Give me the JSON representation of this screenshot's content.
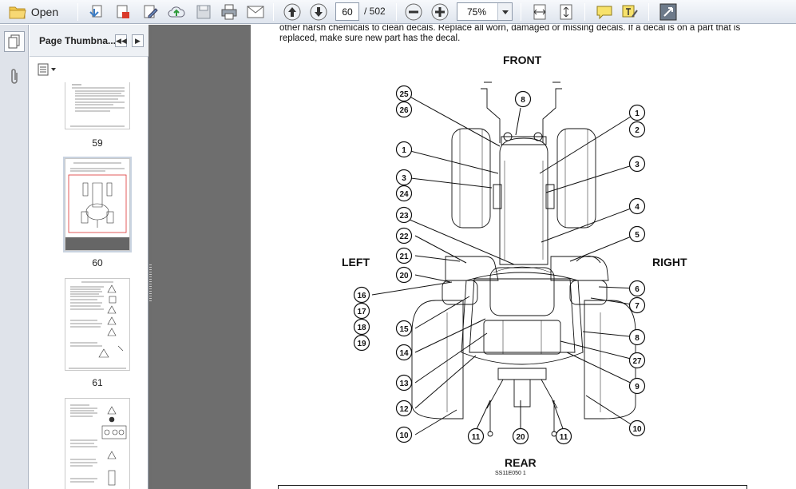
{
  "toolbar": {
    "open_label": "Open",
    "current_page": "60",
    "page_total": "/ 502",
    "zoom": "75%"
  },
  "panel": {
    "title": "Page Thumbna...",
    "thumbnails": [
      {
        "label": "59"
      },
      {
        "label": "60"
      },
      {
        "label": "61"
      },
      {
        "label": ""
      }
    ]
  },
  "document": {
    "text_line_1": "other harsh chemicals to clean decals.  Replace all worn, damaged or missing decals.  If a decal is on a part that is",
    "text_line_2": "replaced, make sure new part has the decal.",
    "front_label": "FRONT",
    "rear_label": "REAR",
    "left_label": "LEFT",
    "right_label": "RIGHT",
    "figure_code": "SS11E050      1",
    "callouts": {
      "c25": "25",
      "c26": "26",
      "c8top": "8",
      "c1r": "1",
      "c2r": "2",
      "c1l": "1",
      "c3r": "3",
      "c3l": "3",
      "c24": "24",
      "c23": "23",
      "c4": "4",
      "c22": "22",
      "c5": "5",
      "c21": "21",
      "c20l": "20",
      "c16": "16",
      "c6": "6",
      "c17": "17",
      "c7": "7",
      "c18": "18",
      "c15": "15",
      "c19": "19",
      "c8r": "8",
      "c14": "14",
      "c27": "27",
      "c13": "13",
      "c9": "9",
      "c12": "12",
      "c10l": "10",
      "c10r": "10",
      "c11l": "11",
      "c20b": "20",
      "c11r": "11"
    }
  }
}
